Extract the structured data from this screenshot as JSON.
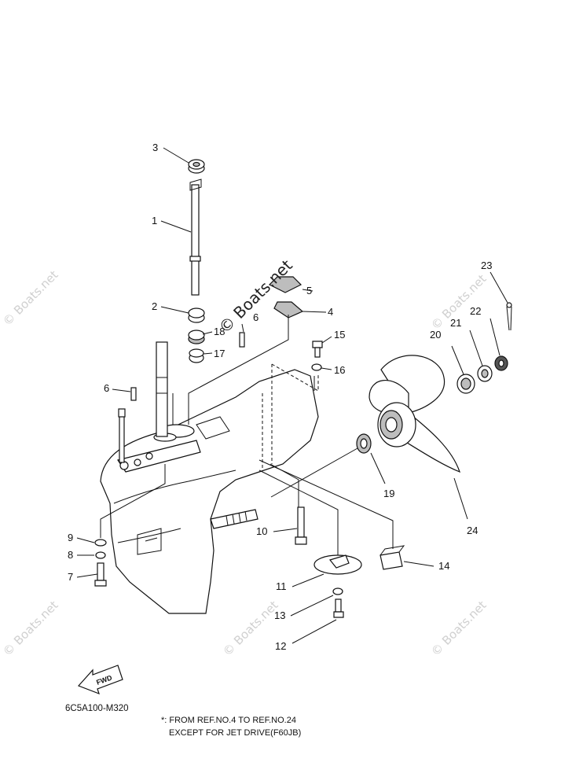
{
  "watermark": {
    "main": "© Boats.net",
    "faint": "© Boats.net"
  },
  "callouts": {
    "c1": "1",
    "c2": "2",
    "c3": "3",
    "c4": "4",
    "c5": "5",
    "c6a": "6",
    "c6b": "6",
    "c7": "7",
    "c8": "8",
    "c9": "9",
    "c10": "10",
    "c11": "11",
    "c12": "12",
    "c13": "13",
    "c14": "14",
    "c15": "15",
    "c16": "16",
    "c17": "17",
    "c18": "18",
    "c19": "19",
    "c20": "20",
    "c21": "21",
    "c22": "22",
    "c23": "23",
    "c24": "24"
  },
  "fwd_label": "FWD",
  "drawing_code": "6C5A100-M320",
  "note": {
    "line1": "*: FROM REF.NO.4 TO REF.NO.24",
    "line2": "EXCEPT FOR JET DRIVE(F60JB)"
  }
}
